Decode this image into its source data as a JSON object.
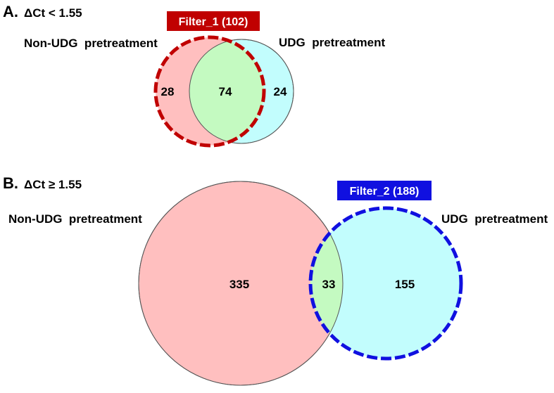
{
  "panelA": {
    "letter": "A.",
    "condition": "ΔCt < 1.55",
    "left_label": "Non-UDG  pretreatment",
    "right_label": "UDG  pretreatment",
    "filter_label": "Filter_1 (102)",
    "left_only": "28",
    "overlap": "74",
    "right_only": "24"
  },
  "panelB": {
    "letter": "B.",
    "condition": "ΔCt ≥ 1.55",
    "left_label": "Non-UDG  pretreatment",
    "right_label": "UDG  pretreatment",
    "filter_label": "Filter_2 (188)",
    "left_only": "335",
    "overlap": "33",
    "right_only": "155"
  },
  "colors": {
    "non_udg_fill": "#ffbfbf",
    "udg_fill": "#c2fdfd",
    "overlap_fill": "#c4fac1",
    "filter1": "#c00000",
    "filter2": "#1010e0"
  }
}
